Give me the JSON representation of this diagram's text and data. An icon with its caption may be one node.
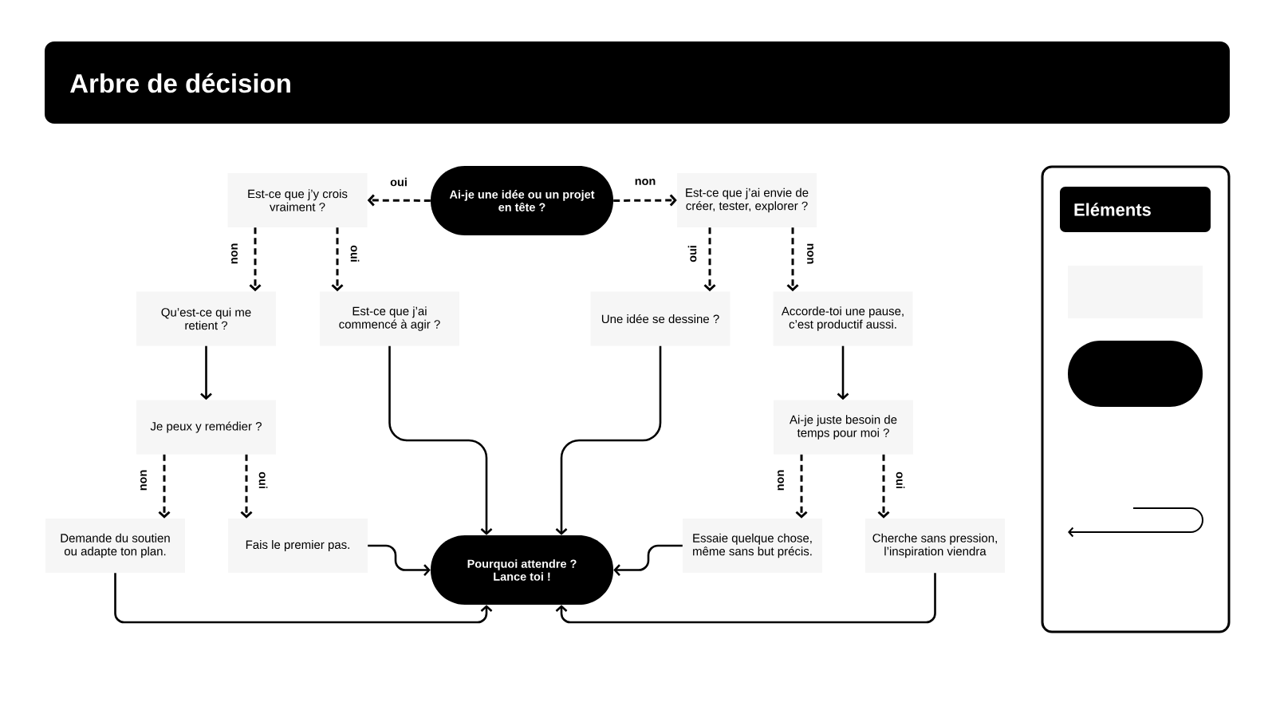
{
  "diagram": {
    "title": "Arbre de décision",
    "nodes": [
      {
        "text": [
          "Ai-je une idée ou un projet en tête ?"
        ]
      },
      {
        "text": [
          "Est-ce que j’y crois vraiment ?"
        ]
      },
      {
        "text": [
          "Est-ce que j’ai envie de créer, tester, explorer ?"
        ]
      },
      {
        "text": [
          "Qu’est-ce qui me retient ?"
        ]
      },
      {
        "text": [
          "Est-ce que j’ai commencé à agir ?"
        ]
      },
      {
        "text": [
          "Une idée se dessine ?"
        ]
      },
      {
        "text": [
          "Accorde-toi une pause, c’est productif aussi."
        ]
      },
      {
        "text": [
          "Je peux y remédier ?"
        ]
      },
      {
        "text": [
          "Ai-je juste besoin de temps pour moi ?"
        ]
      },
      {
        "text": [
          "Demande du soutien ou adapte ton plan."
        ]
      },
      {
        "text": [
          "Fais le premier pas."
        ]
      },
      {
        "text": [
          "Pourquoi attendre ? Lance toi !"
        ]
      },
      {
        "text": [
          "Essaie quelque chose, même sans but précis."
        ]
      },
      {
        "text": [
          "Cherche sans pression, l’inspiration viendra"
        ]
      },
      {
        "text": [],
        "shape": "box"
      },
      {
        "text": [
          "Eléments"
        ],
        "in": 14
      },
      {
        "text": [],
        "shape": "box",
        "in": 14
      },
      {
        "text": [],
        "shape": "pill",
        "in": 14
      }
    ],
    "edges": [
      {
        "from": 0,
        "to": 1,
        "arrow": "to",
        "label": "oui",
        "style": "dashed"
      },
      {
        "from": 0,
        "to": 2,
        "arrow": "to",
        "label": "non",
        "style": "dashed"
      },
      {
        "from": 1,
        "to": 3,
        "arrow": "to",
        "label": "non",
        "style": "dashed"
      },
      {
        "from": 1,
        "to": 4,
        "arrow": "to",
        "label": "oui",
        "style": "dashed"
      },
      {
        "from": 2,
        "to": 5,
        "arrow": "to",
        "label": "oui",
        "style": "dashed"
      },
      {
        "from": 2,
        "to": 6,
        "arrow": "to",
        "label": "non",
        "style": "dashed"
      },
      {
        "from": 3,
        "to": 7,
        "arrow": "to"
      },
      {
        "from": 6,
        "to": 8,
        "arrow": "to"
      },
      {
        "from": 7,
        "to": 9,
        "arrow": "to",
        "label": "non",
        "style": "dashed"
      },
      {
        "from": 7,
        "to": 10,
        "arrow": "to",
        "label": "oui",
        "style": "dashed"
      },
      {
        "from": 8,
        "to": 12,
        "arrow": "to",
        "label": "non",
        "style": "dashed"
      },
      {
        "from": 8,
        "to": 13,
        "arrow": "to",
        "label": "oui",
        "style": "dashed"
      },
      {
        "from": 4,
        "to": 11,
        "arrow": "to"
      },
      {
        "from": 5,
        "to": 11,
        "arrow": "to"
      },
      {
        "from": 10,
        "to": 11,
        "arrow": "to"
      },
      {
        "from": 12,
        "to": 11,
        "arrow": "to"
      },
      {
        "from": 9,
        "to": 11,
        "arrow": "to"
      },
      {
        "from": 13,
        "to": 11,
        "arrow": "to"
      }
    ]
  }
}
